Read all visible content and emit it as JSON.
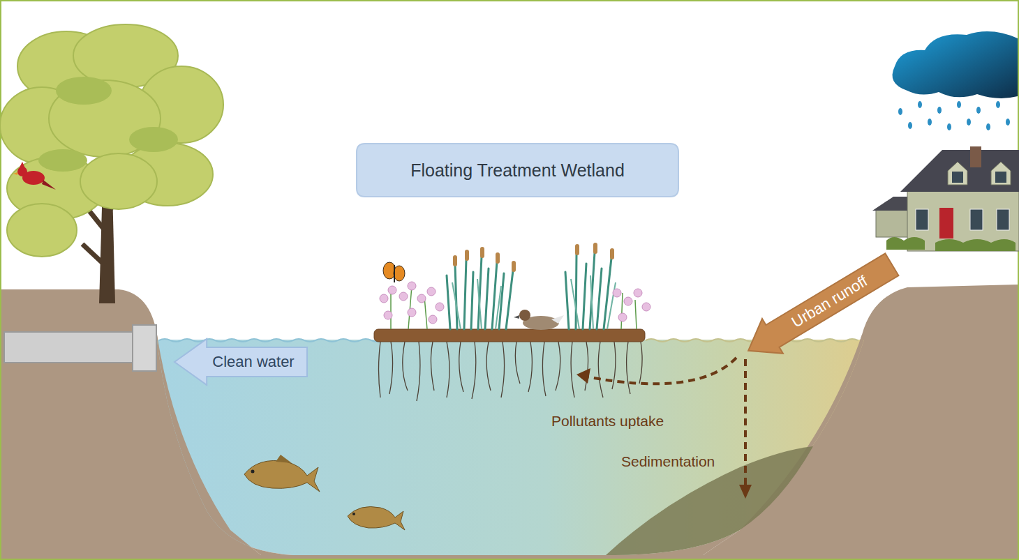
{
  "diagram": {
    "nodes": [
      {
        "text": [
          "Floating Treatment Wetland"
        ]
      },
      {
        "text": [
          "Urban runoff"
        ]
      },
      {
        "text": [
          "Clean water"
        ]
      }
    ],
    "labels": [
      "Pollutants uptake",
      "Sedimentation"
    ]
  }
}
